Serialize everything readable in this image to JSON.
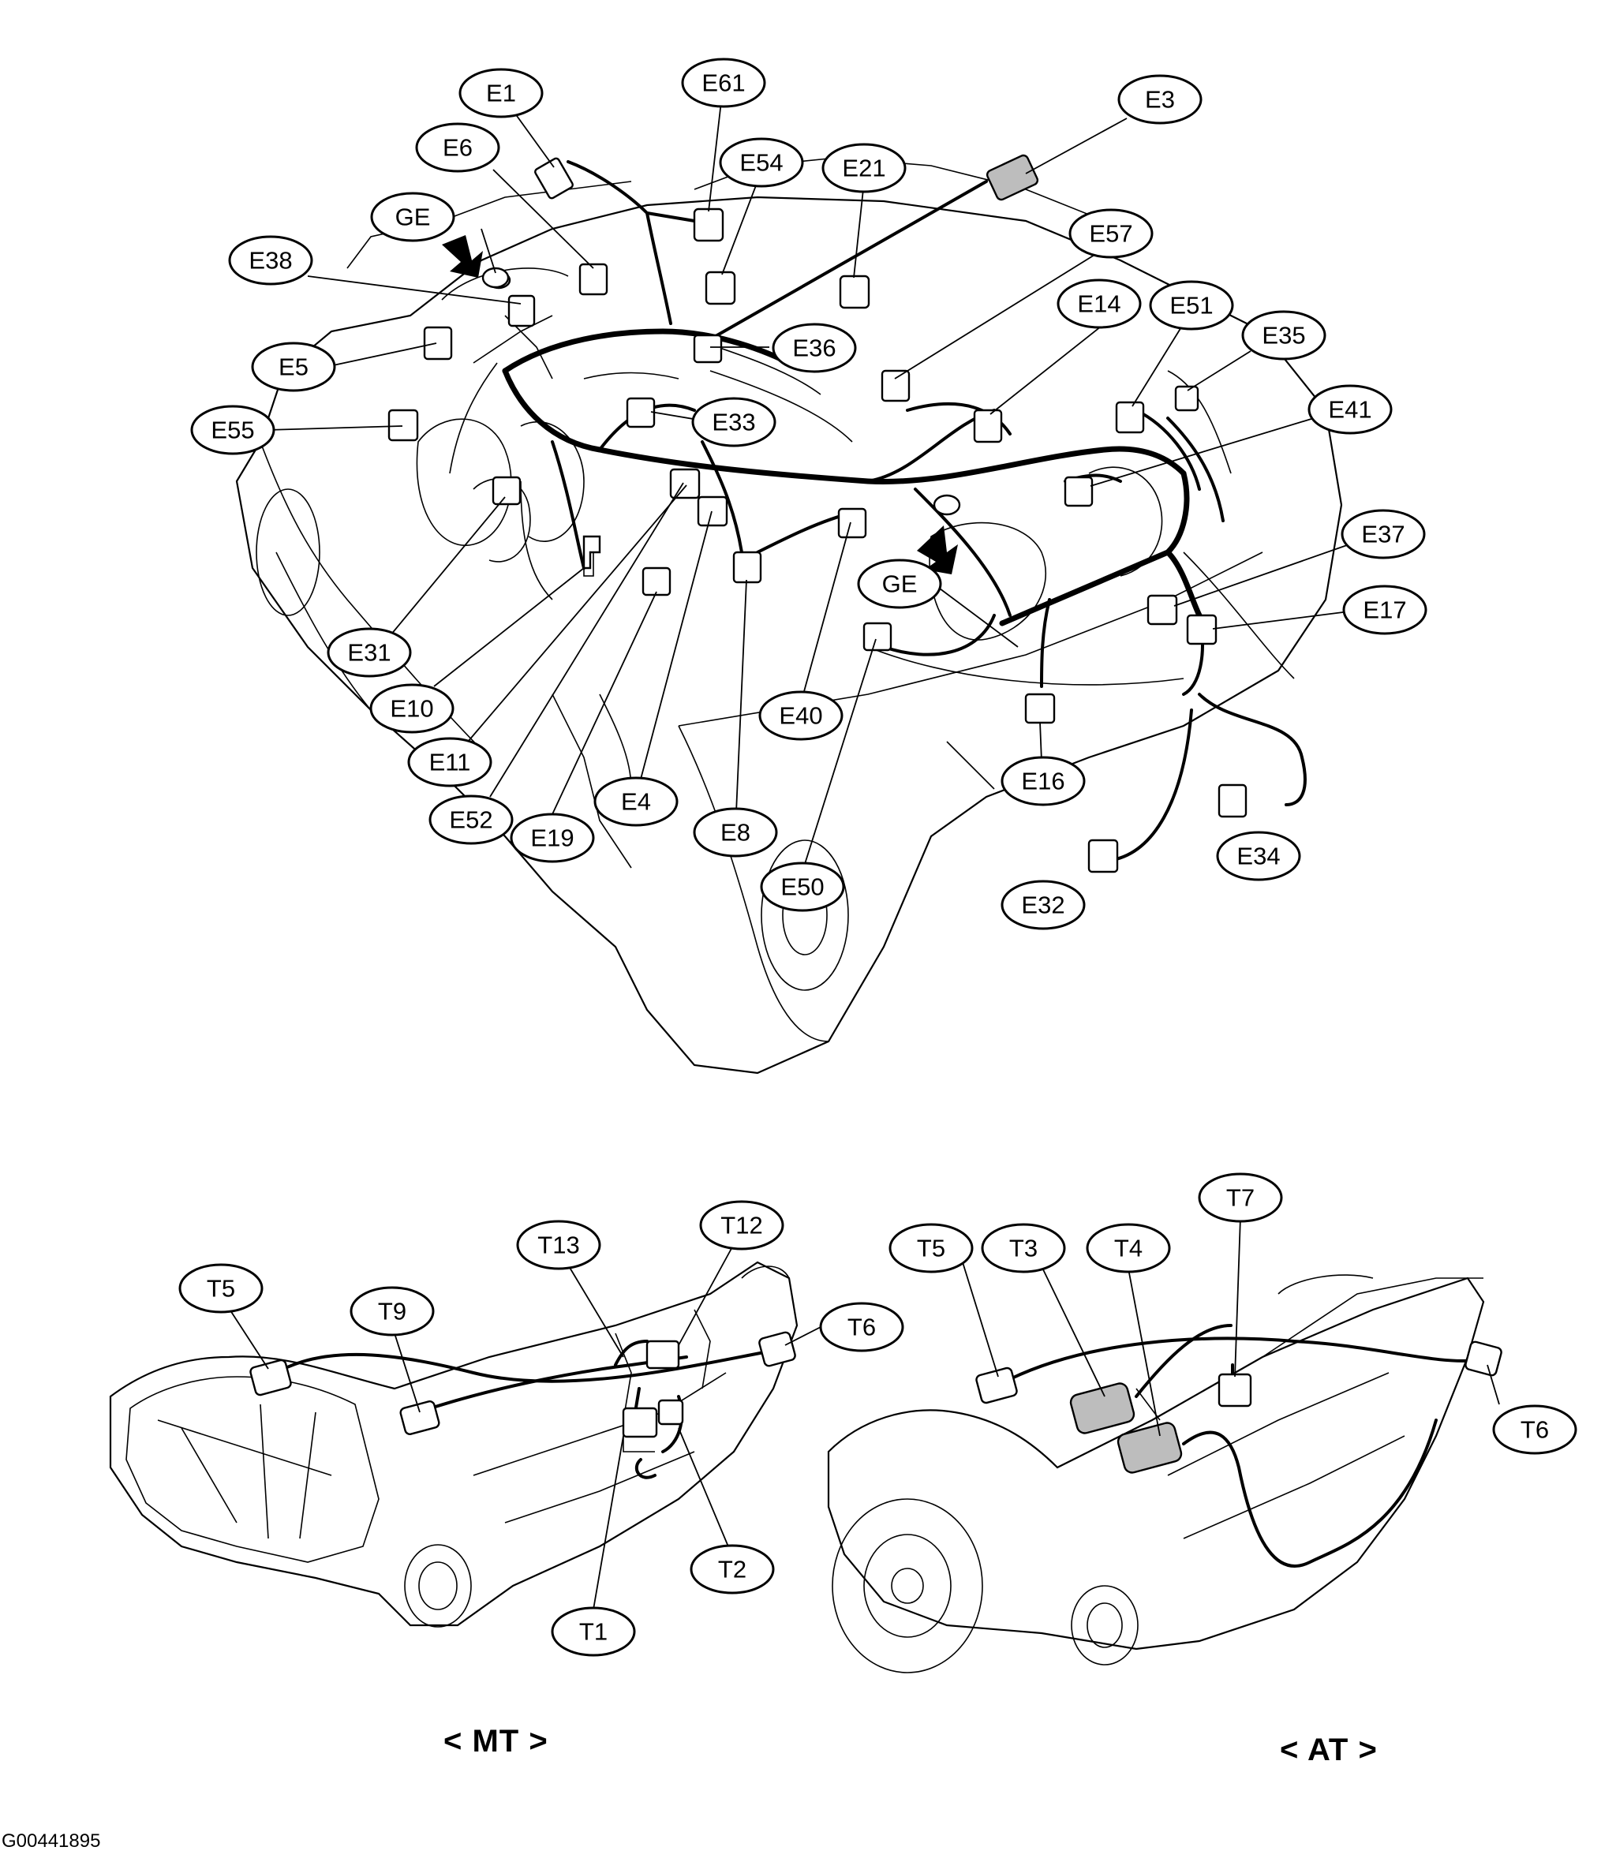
{
  "callouts": {
    "engine": [
      "E1",
      "E61",
      "E3",
      "E6",
      "E54",
      "E21",
      "GE",
      "E57",
      "E38",
      "E14",
      "E51",
      "E35",
      "E36",
      "E5",
      "E33",
      "E41",
      "E55",
      "E37",
      "GE",
      "E17",
      "E31",
      "E40",
      "E16",
      "E10",
      "E11",
      "E4",
      "E8",
      "E52",
      "E19",
      "E34",
      "E50",
      "E32"
    ],
    "mt": [
      "T13",
      "T12",
      "T5",
      "T9",
      "T6",
      "T2",
      "T1"
    ],
    "at": [
      "T7",
      "T5",
      "T3",
      "T4",
      "T6"
    ]
  },
  "captions": {
    "mt": "< MT >",
    "at": "< AT >"
  },
  "figure_code": "G00441895"
}
